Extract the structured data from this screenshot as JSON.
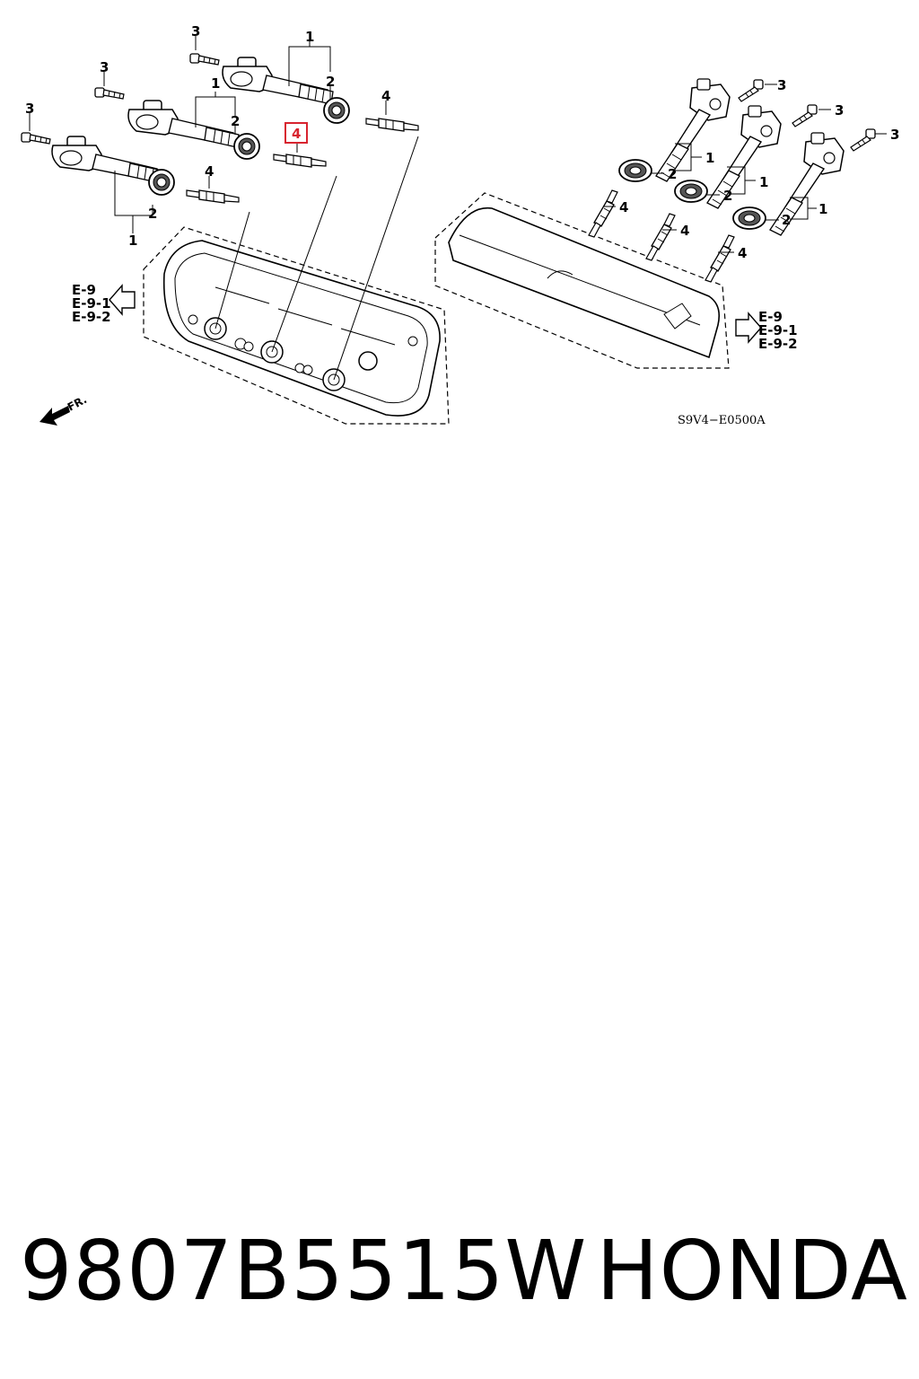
{
  "callouts": {
    "coil": "1",
    "seal": "2",
    "bolt": "3",
    "plug": "4",
    "highlighted": "4"
  },
  "references": [
    "E-9",
    "E-9-1",
    "E-9-2"
  ],
  "front_marker": "FR.",
  "diagram_code": "S9V4−E0500A",
  "footer": {
    "part_number": "9807B5515W",
    "brand": "HONDA"
  },
  "colors": {
    "highlight": "#d8242f",
    "ink": "#000000"
  }
}
